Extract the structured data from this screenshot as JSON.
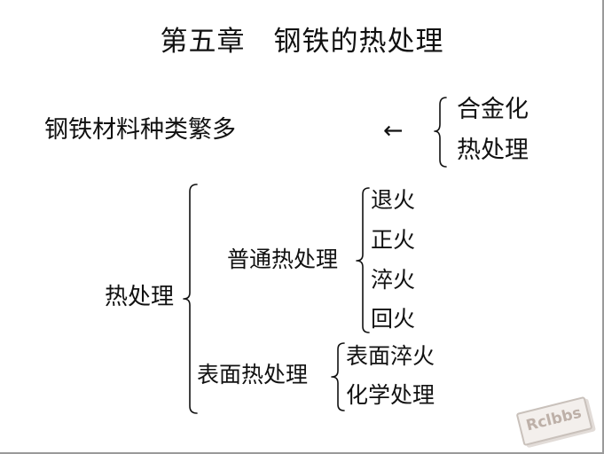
{
  "title": {
    "chapter": "第五章",
    "topic": "钢铁的热处理"
  },
  "intro": {
    "statement": "钢铁材料种类繁多",
    "arrow": "←",
    "reasons": [
      "合金化",
      "热处理"
    ]
  },
  "tree": {
    "root": "热处理",
    "ordinary": {
      "label": "普通热处理",
      "items": [
        "退火",
        "正火",
        "淬火",
        "回火"
      ]
    },
    "surface": {
      "label": "表面热处理",
      "items": [
        "表面淬火",
        "化学处理"
      ]
    }
  },
  "watermark": "Rclbbs"
}
